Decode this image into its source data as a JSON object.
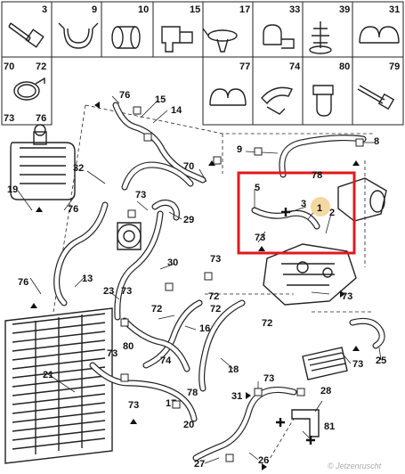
{
  "parts_grid": {
    "row1": [
      "3",
      "9",
      "10",
      "15",
      "17",
      "33",
      "39",
      "31"
    ],
    "row2_left": {
      "top_left": "70",
      "top_right": "72",
      "bottom_left": "73",
      "bottom_right": "76"
    },
    "row2_right": [
      "77",
      "74",
      "80",
      "79"
    ]
  },
  "callouts": {
    "c76a": "76",
    "c15": "15",
    "c14": "14",
    "c9": "9",
    "c8": "8",
    "c32": "32",
    "c70a": "70",
    "c78": "78",
    "c19": "19",
    "c76b": "76",
    "c73a": "73",
    "c29": "29",
    "c5": "5",
    "c3": "3",
    "c1": "1",
    "c2": "2",
    "c73b": "73",
    "c13": "13",
    "c30": "30",
    "c73c": "73",
    "c76c": "76",
    "c23": "23",
    "c73d": "73",
    "c72a": "72",
    "c72b": "72",
    "c73e": "73",
    "c72c": "72",
    "c16": "16",
    "c80": "80",
    "c74": "74",
    "c73f": "73",
    "c21": "21",
    "c18": "18",
    "c72d": "72",
    "c73g": "73",
    "c25": "25",
    "c73h": "73",
    "c78b": "78",
    "c17": "17",
    "c31": "31",
    "c73i": "73",
    "c28": "28",
    "c20": "20",
    "c81": "81",
    "c27": "27",
    "c26": "26"
  },
  "watermark": "© Jetzenruscht"
}
